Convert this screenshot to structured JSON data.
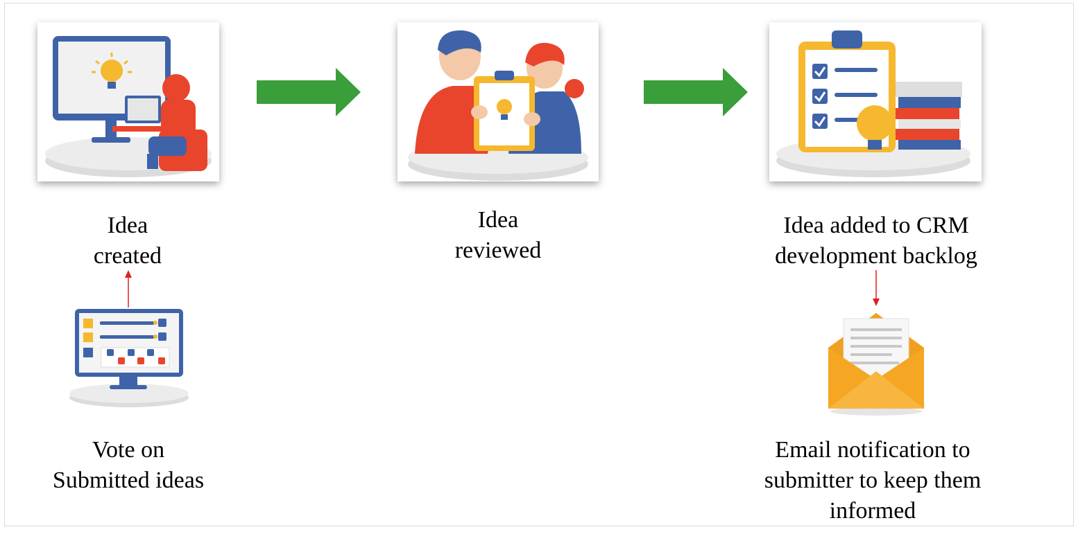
{
  "steps": {
    "created": {
      "label": "Idea\ncreated"
    },
    "reviewed": {
      "label": "Idea\nreviewed"
    },
    "backlog": {
      "label": "Idea added to CRM\ndevelopment backlog"
    },
    "vote": {
      "label": "Vote on\nSubmitted ideas"
    },
    "email": {
      "label": "Email notification to\nsubmitter to keep them\ninformed"
    }
  },
  "colors": {
    "flow_arrow": "#3a9e3a",
    "link_arrow": "#e02020",
    "accent_red": "#e8452c",
    "accent_blue": "#3f63a8",
    "accent_yellow": "#f5b82e",
    "envelope": "#f5a623"
  },
  "icons": [
    "monitor-idea-icon",
    "people-review-icon",
    "clipboard-backlog-icon",
    "vote-monitor-icon",
    "envelope-icon"
  ]
}
